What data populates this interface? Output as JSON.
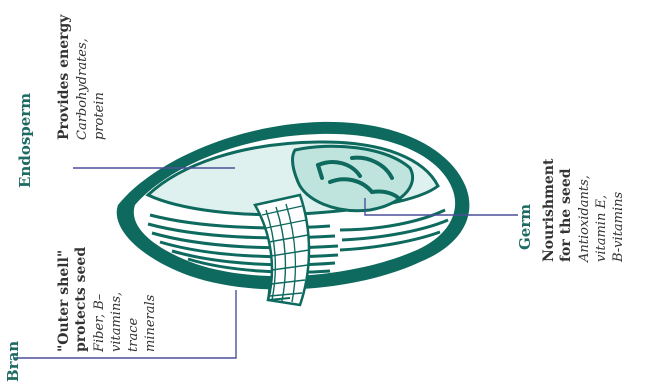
{
  "colors": {
    "hull_outline": "#0e6a5e",
    "endosperm_fill": "#dff1ee",
    "bran_stripes": "#0e6a5e",
    "germ_fill": "#bfe4de",
    "leader_line": "#4a4f9a",
    "heading_text": "#1f6b63"
  },
  "labels": {
    "endosperm": {
      "title": "Endosperm",
      "bold": "Provides energy",
      "italic": [
        "Carbohydrates,",
        "protein"
      ]
    },
    "germ": {
      "title": "Germ",
      "bold": [
        "Nourishment",
        "for the seed"
      ],
      "italic": [
        "Antioxidants,",
        "vitamin E,",
        "B-vitamins"
      ]
    },
    "bran": {
      "title": "Bran",
      "bold": [
        "\"Outer shell\"",
        "protects seed"
      ],
      "italic": [
        "Fiber, B–",
        "vitamins,",
        "trace",
        "minerals"
      ]
    }
  }
}
